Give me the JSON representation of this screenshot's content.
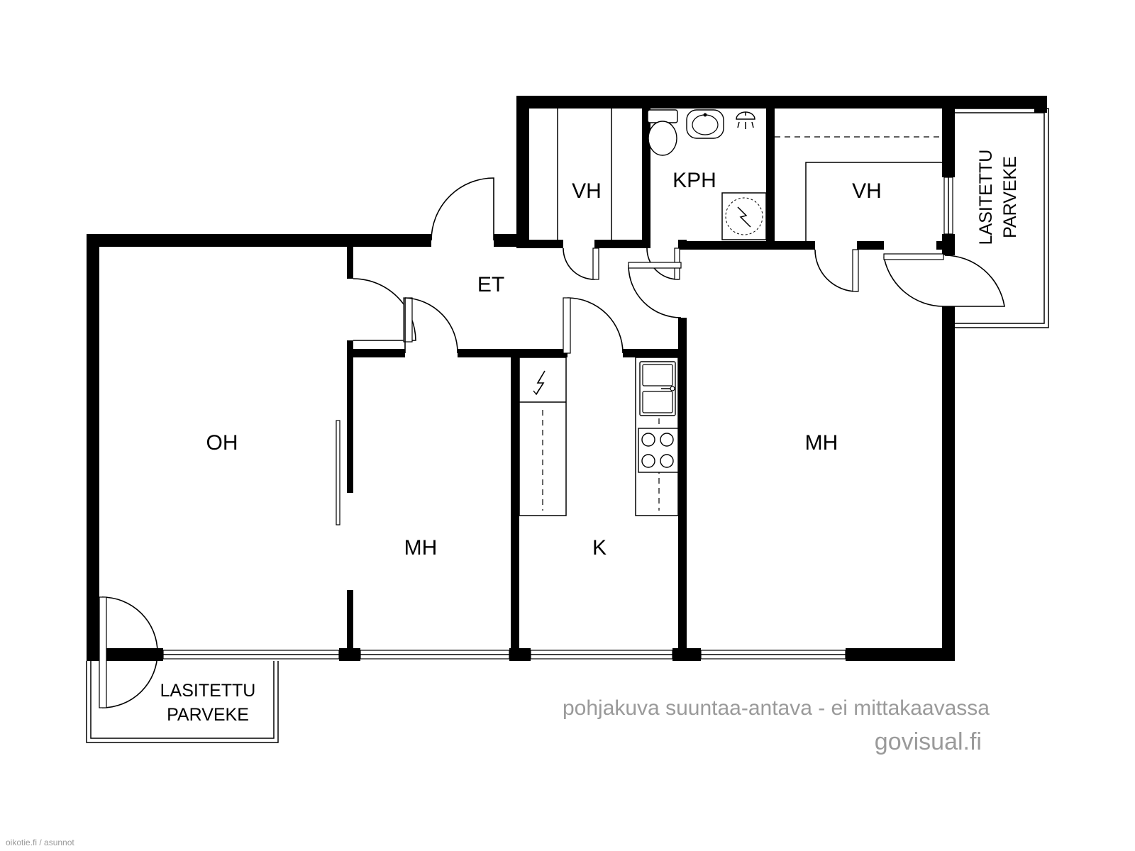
{
  "rooms": {
    "oh": "OH",
    "mh_left": "MH",
    "mh_right": "MH",
    "k": "K",
    "et": "ET",
    "vh_left": "VH",
    "vh_right": "VH",
    "kph": "KPH"
  },
  "balconies": {
    "bottom_left": {
      "line1": "LASITETTU",
      "line2": "PARVEKE"
    },
    "top_right": {
      "line1": "LASITETTU",
      "line2": "PARVEKE"
    }
  },
  "notes": {
    "disclaimer": "pohjakuva suuntaa-antava - ei mittakaavassa",
    "brand": "govisual.fi",
    "credit": "oikotie.fi / asunnot"
  },
  "icons": {
    "toilet": "toilet-icon",
    "sink": "sink-icon",
    "shower": "shower-icon",
    "electric_panel": "electric-panel-icon",
    "kitchen_sink": "kitchen-sink-icon",
    "stove": "stove-icon"
  },
  "colors": {
    "wall": "#000000",
    "note_text": "#9a9a9a",
    "background": "#ffffff"
  }
}
